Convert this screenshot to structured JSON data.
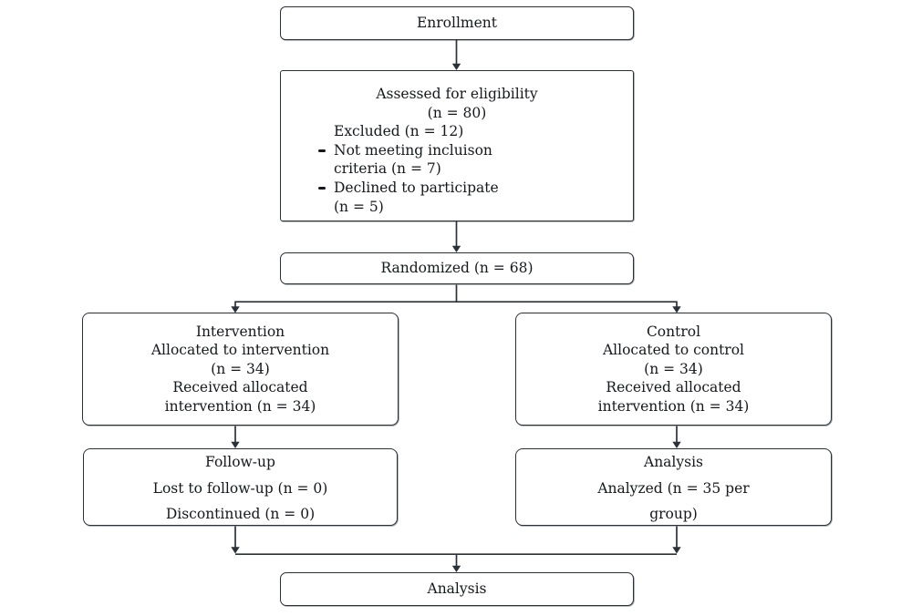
{
  "figure": {
    "background_color": "#ffffff",
    "line_color": "#2b3138",
    "text_color": "#15181d",
    "bullet_icon": "small-dash-bullet"
  },
  "nodes": {
    "enrollment": {
      "label": "Enrollment"
    },
    "eligibility": {
      "title_line1": "Assessed for eligibility",
      "title_line2": "(n = 80)",
      "excluded": "Excluded (n = 12)",
      "bullet1_line1": "Not meeting incluison",
      "bullet1_line2": "criteria (n = 7)",
      "bullet2_line1": "Declined to participate",
      "bullet2_line2": "(n = 5)"
    },
    "randomized": {
      "label": "Randomized (n = 68)"
    },
    "intervention": {
      "line1": "Intervention",
      "line2": "Allocated to intervention",
      "line3": "(n = 34)",
      "line4": "Received allocated",
      "line5": "intervention (n = 34)"
    },
    "control": {
      "line1": "Control",
      "line2": "Allocated to control",
      "line3": "(n = 34)",
      "line4": "Received allocated",
      "line5": "intervention (n = 34)"
    },
    "followup": {
      "line1": "Follow-up",
      "line2": "Lost to follow-up (n = 0)",
      "line3": "Discontinued (n = 0)"
    },
    "analysis_arm": {
      "line1": "Analysis",
      "line2": "Analyzed (n = 35 per",
      "line3": "group)"
    },
    "analysis_final": {
      "label": "Analysis"
    }
  }
}
